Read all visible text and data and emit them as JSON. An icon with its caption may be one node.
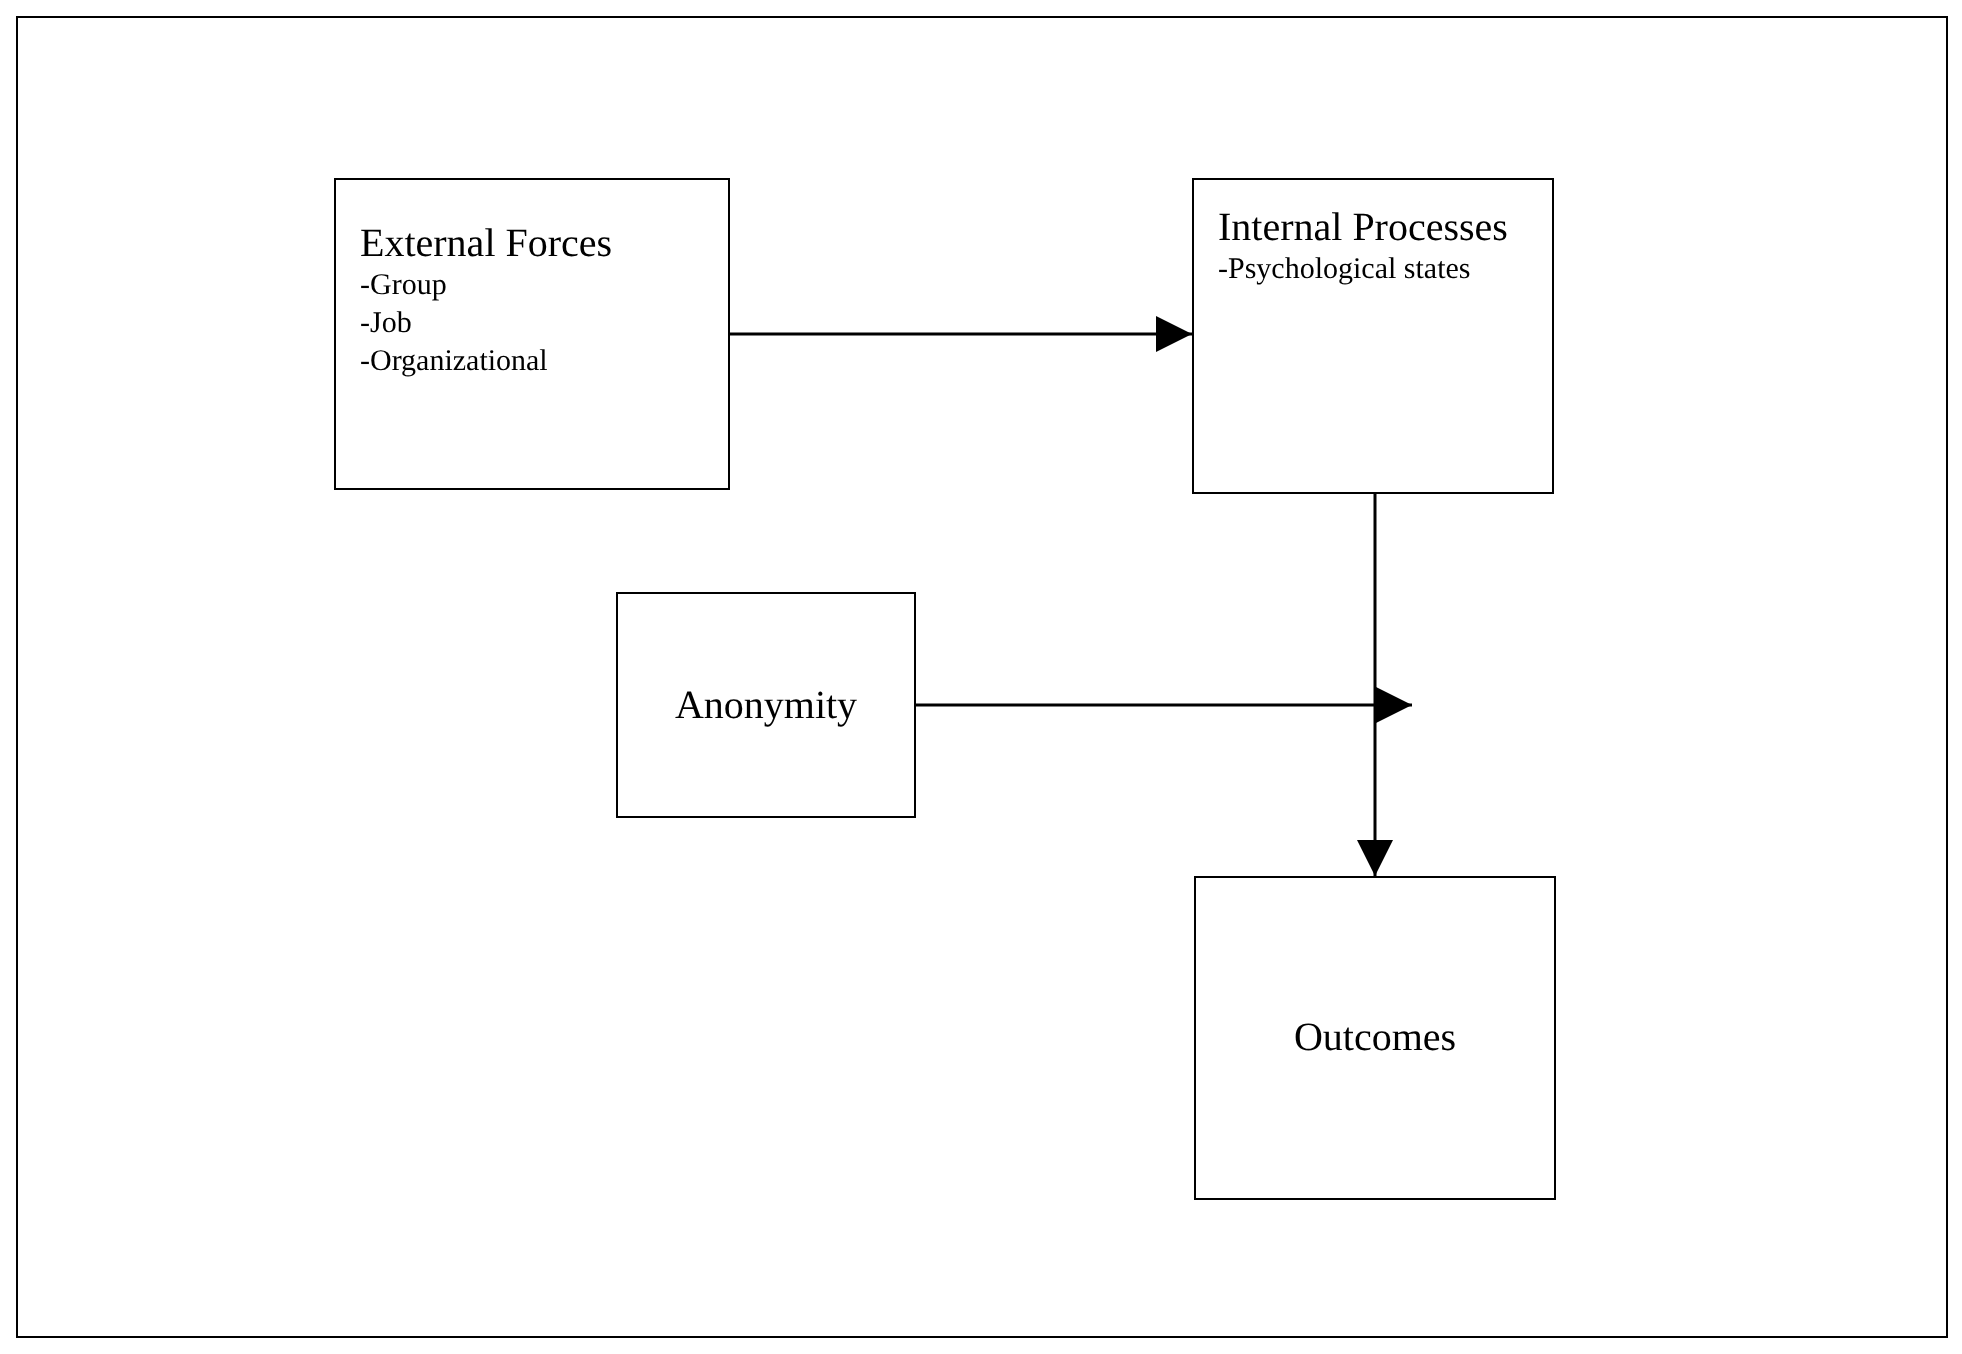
{
  "diagram": {
    "nodes": [
      {
        "text": [
          "External Forces",
          "-Group",
          "-Job",
          "-Organizational"
        ]
      },
      {
        "text": [
          "Internal Processes",
          "-Psychological states"
        ]
      },
      {
        "text": [
          "Anonymity"
        ]
      },
      {
        "text": [
          "Outcomes"
        ]
      }
    ],
    "edges": [
      {
        "from": 0,
        "to": 1,
        "arrow": "to"
      },
      {
        "from": 1,
        "to": 3,
        "arrow": "to"
      },
      {
        "from": 2,
        "to": null,
        "arrow": "to"
      }
    ]
  }
}
